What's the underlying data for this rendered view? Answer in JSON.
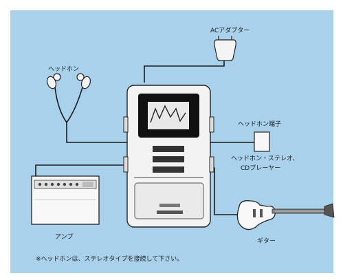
{
  "labels": {
    "ac_adapter": "ACアダプター",
    "headphones": "ヘッドホン",
    "headphone_jack": "ヘッドホン端子",
    "stereo_cd": "ヘッドホン・ステレオ、",
    "cd_player": "CDプレーヤー",
    "amp": "アンプ",
    "guitar": "ギター",
    "note": "※ヘッドホンは、ステレオタイプを接続して下さい。"
  },
  "colors": {
    "background": "#a9d1ec",
    "cable": "#1a1a1a",
    "device_body": "#f3f3f3"
  }
}
